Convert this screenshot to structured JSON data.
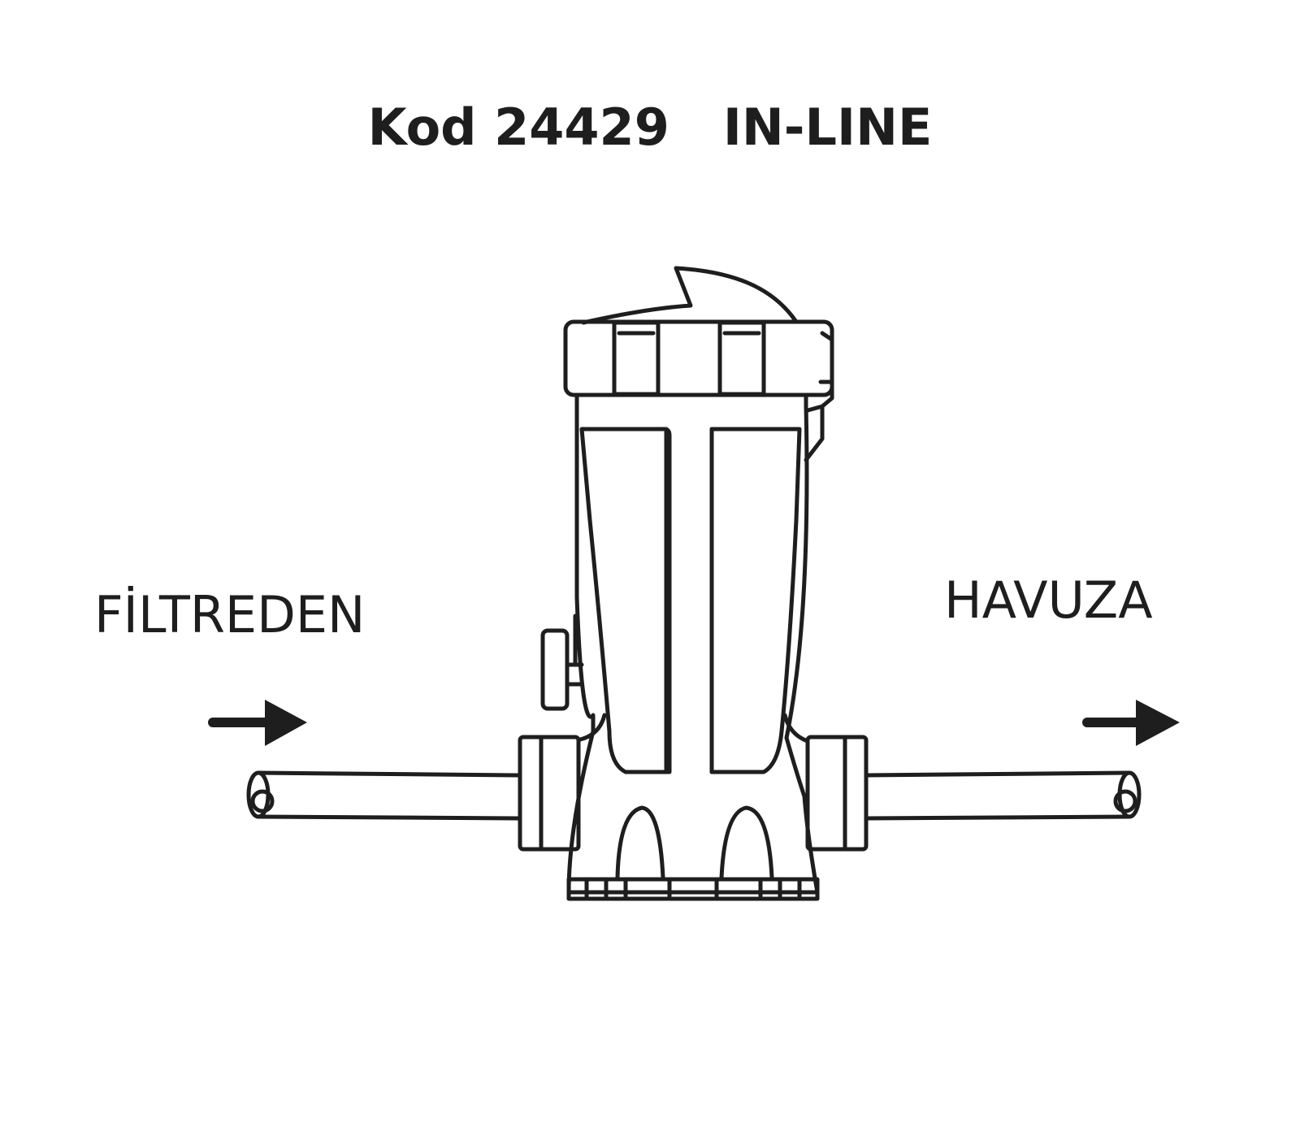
{
  "title": {
    "code": "Kod 24429",
    "type": "IN-LINE"
  },
  "labels": {
    "inlet": "FİLTREDEN",
    "outlet": "HAVUZA"
  },
  "colors": {
    "line": "#1e1e1e",
    "background": "#ffffff"
  }
}
